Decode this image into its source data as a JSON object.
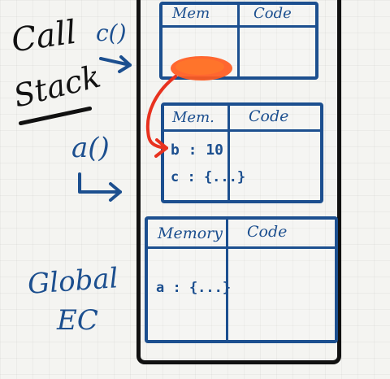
{
  "left_labels": {
    "call_stack_line1": "Call",
    "call_stack_line2": "Stack",
    "c_call": "c()",
    "a_call": "a()",
    "global_line1": "Global",
    "global_line2": "EC"
  },
  "frames": [
    {
      "id": "c",
      "memory_header": "Mem",
      "code_header": "Code",
      "entries": []
    },
    {
      "id": "a",
      "memory_header": "Mem.",
      "code_header": "Code",
      "entries": [
        "b : 10",
        "c : {...}"
      ]
    },
    {
      "id": "global",
      "memory_header": "Memory",
      "code_header": "Code",
      "entries": [
        "a : {...}"
      ]
    }
  ],
  "colors": {
    "ink_black": "#111111",
    "ink_blue": "#1c4f8f",
    "highlight_orange": "#ff5a1f",
    "arrow_red": "#e8321f"
  }
}
